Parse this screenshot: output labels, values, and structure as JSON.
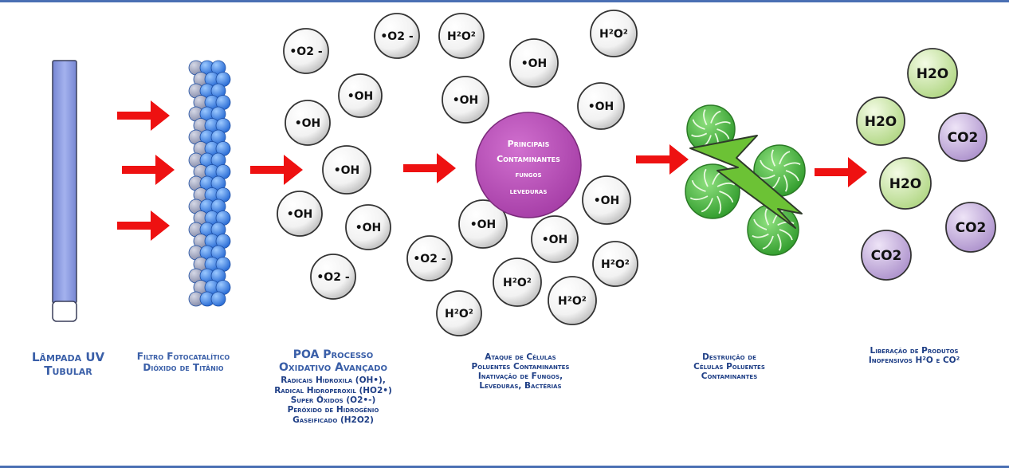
{
  "captions": {
    "lamp": [
      "Lâmpada UV",
      "Tubular"
    ],
    "filter": [
      "Filtro Fotocatalítico",
      "Dióxido de Titânio"
    ],
    "poa": {
      "title": [
        "POA Processo",
        "Oxidativo Avançado"
      ],
      "details": [
        "Radicais Hidroxila (OH•),",
        "Radical Hidroperoxil (HO2•)",
        "Super Óxidos (O2•-)",
        "Peróxido de Hidrogênio",
        "Gaseificado (H2O2)"
      ]
    },
    "attack": [
      "Ataque de Células",
      "Poluentes Contaminantes",
      "Inativação de Fungos,",
      "Leveduras, Bactérias"
    ],
    "destruction": [
      "Destruição de",
      "Células Poluentes",
      "Contaminantes"
    ],
    "release": [
      "Liberação de Produtos",
      "Inofensivos H²O e CO²"
    ]
  },
  "center_label": [
    "Principais",
    "Contaminantes",
    "fungos",
    "leveduras"
  ],
  "molecules": {
    "radicals_poa": [
      "•O2 -",
      "•O2 -",
      "•OH",
      "•OH",
      "•OH",
      "•OH",
      "•OH",
      "•O2 -"
    ],
    "attack_group": [
      "H²O²",
      "H²O²",
      "•OH",
      "•OH",
      "•OH",
      "•OH",
      "•OH",
      "•OH",
      "•O2 -",
      "H²O²",
      "H²O²",
      "H²O²",
      "H²O²"
    ],
    "products": [
      "H2O",
      "H2O",
      "CO2",
      "H2O",
      "CO2",
      "CO2"
    ]
  },
  "colors": {
    "arrow": "#ee1111",
    "lamp": "#8f9fe0",
    "caption": "#3a5fa8",
    "center": "#b84fb8",
    "h2o": "#c9e79a",
    "co2": "#c4a7dd",
    "cell": "#41b83a",
    "bolt": "#6cc235"
  },
  "icons": [
    "red-arrow-icon",
    "uv-lamp-icon",
    "titanium-dioxide-filter-icon",
    "lightning-bolt-icon",
    "green-cell-icon"
  ]
}
